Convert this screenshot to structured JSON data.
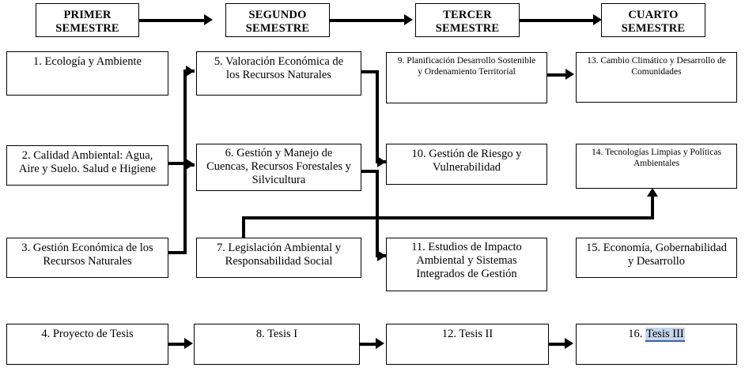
{
  "diagram": {
    "title": "Malla curricular por semestres",
    "accent_color": "#000000",
    "background": "#ffffff",
    "highlight_color": "#c6d4ea",
    "highlight_underline_color": "#3b5ea8"
  },
  "headers": [
    {
      "id": "h1",
      "label": "PRIMER\nSEMESTRE"
    },
    {
      "id": "h2",
      "label": "SEGUNDO\nSEMESTRE"
    },
    {
      "id": "h3",
      "label": "TERCER\nSEMESTRE"
    },
    {
      "id": "h4",
      "label": "CUARTO\nSEMESTRE"
    }
  ],
  "courses": [
    {
      "id": "c1",
      "number": "1.",
      "label": "1. Ecología y Ambiente"
    },
    {
      "id": "c2",
      "number": "2.",
      "label": "2. Calidad Ambiental: Agua,\nAire y Suelo. Salud e Higiene"
    },
    {
      "id": "c3",
      "number": "3.",
      "label": "3. Gestión Económica de los\nRecursos Naturales"
    },
    {
      "id": "c4",
      "number": "4.",
      "label": "4. Proyecto de Tesis"
    },
    {
      "id": "c5",
      "number": "5.",
      "label": "5. Valoración Económica de\nlos Recursos Naturales"
    },
    {
      "id": "c6",
      "number": "6.",
      "label": "6. Gestión y Manejo de\nCuencas, Recursos Forestales y\nSilvicultura"
    },
    {
      "id": "c7",
      "number": "7.",
      "label": "7. Legislación Ambiental y\nResponsabilidad Social"
    },
    {
      "id": "c8",
      "number": "8.",
      "label": "8. Tesis I"
    },
    {
      "id": "c9",
      "number": "9.",
      "label": "9. Planificación Desarrollo Sostenible\ny Ordenamiento Territorial"
    },
    {
      "id": "c10",
      "number": "10.",
      "label": "10. Gestión de Riesgo y\nVulnerabilidad"
    },
    {
      "id": "c11",
      "number": "11.",
      "label": "11. Estudios de Impacto\nAmbiental y Sistemas\nIntegrados de Gestión"
    },
    {
      "id": "c12",
      "number": "12.",
      "label": "12. Tesis II"
    },
    {
      "id": "c13",
      "number": "13.",
      "label": "13. Cambio Climático y Desarrollo de\nComunidades"
    },
    {
      "id": "c14",
      "number": "14.",
      "label": "14. Tecnologías Limpias y Políticas\nAmbientales"
    },
    {
      "id": "c15",
      "number": "15.",
      "label": "15. Economía, Gobernabilidad\ny Desarrollo"
    },
    {
      "id": "c16",
      "number": "16.",
      "prefix": "16. ",
      "highlight": "Tesis  III",
      "label": "16. Tesis  III"
    }
  ]
}
